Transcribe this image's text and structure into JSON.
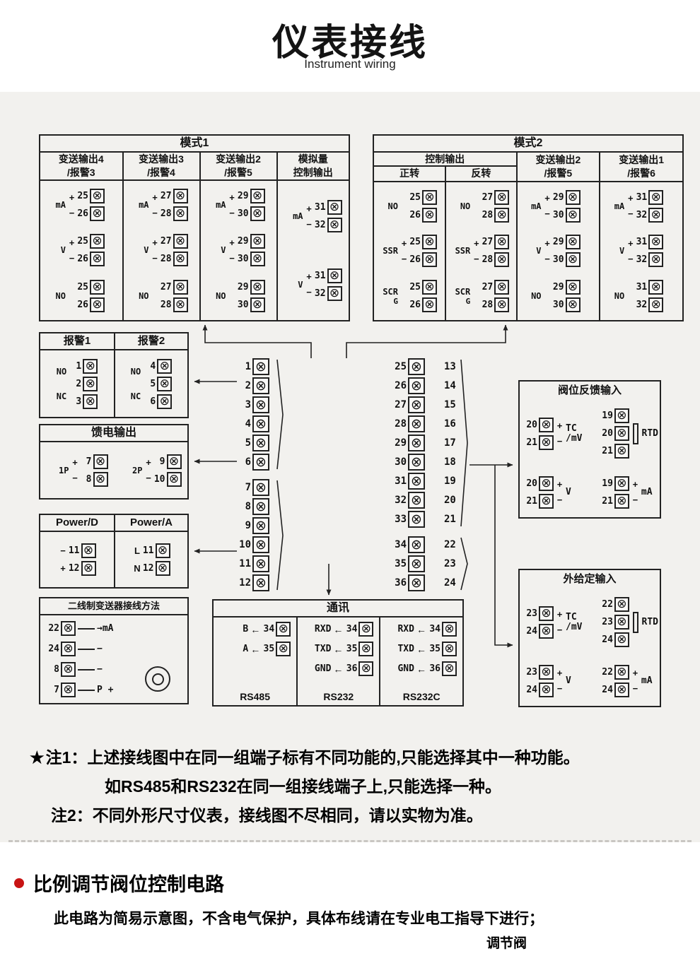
{
  "colors": {
    "accent_red": "#c81414",
    "line_color": "#222222",
    "band_bg": "#f2f1ee"
  },
  "page": {
    "title": "仪表接线",
    "subtitle": "Instrument wiring"
  },
  "mode1": {
    "title": "模式1",
    "columns": [
      {
        "header": "变送输出4\n/报警3",
        "rows": [
          {
            "label": "mA",
            "signs": [
              "+",
              "−"
            ],
            "terminals": [
              "25",
              "26"
            ]
          },
          {
            "label": "V",
            "signs": [
              "+",
              "−"
            ],
            "terminals": [
              "25",
              "26"
            ]
          },
          {
            "label": "NO",
            "signs": [
              "",
              ""
            ],
            "terminals": [
              "25",
              "26"
            ]
          }
        ]
      },
      {
        "header": "变送输出3\n/报警4",
        "rows": [
          {
            "label": "mA",
            "signs": [
              "+",
              "−"
            ],
            "terminals": [
              "27",
              "28"
            ]
          },
          {
            "label": "V",
            "signs": [
              "+",
              "−"
            ],
            "terminals": [
              "27",
              "28"
            ]
          },
          {
            "label": "NO",
            "signs": [
              "",
              ""
            ],
            "terminals": [
              "27",
              "28"
            ]
          }
        ]
      },
      {
        "header": "变送输出2\n/报警5",
        "rows": [
          {
            "label": "mA",
            "signs": [
              "+",
              "−"
            ],
            "terminals": [
              "29",
              "30"
            ]
          },
          {
            "label": "V",
            "signs": [
              "+",
              "−"
            ],
            "terminals": [
              "29",
              "30"
            ]
          },
          {
            "label": "NO",
            "signs": [
              "",
              ""
            ],
            "terminals": [
              "29",
              "30"
            ]
          }
        ]
      },
      {
        "header": "模拟量\n控制输出",
        "rows": [
          {
            "label": "mA",
            "signs": [
              "+",
              "−"
            ],
            "terminals": [
              "31",
              "32"
            ]
          },
          {
            "label": "V",
            "signs": [
              "+",
              "−"
            ],
            "terminals": [
              "31",
              "32"
            ]
          }
        ]
      }
    ]
  },
  "mode2": {
    "title": "模式2",
    "group_header": "控制输出",
    "sub_headers": [
      "正转",
      "反转"
    ],
    "col_headers": [
      "变送输出2\n/报警5",
      "变送输出1\n/报警6"
    ],
    "columns": [
      {
        "rows": [
          {
            "label": "NO",
            "signs": [
              "",
              ""
            ],
            "terminals": [
              "25",
              "26"
            ]
          },
          {
            "label": "SSR",
            "signs": [
              "+",
              "−"
            ],
            "terminals": [
              "25",
              "26"
            ]
          },
          {
            "label": "SCR",
            "sub": "G",
            "signs": [
              "",
              ""
            ],
            "terminals": [
              "25",
              "26"
            ]
          }
        ]
      },
      {
        "rows": [
          {
            "label": "NO",
            "signs": [
              "",
              ""
            ],
            "terminals": [
              "27",
              "28"
            ]
          },
          {
            "label": "SSR",
            "signs": [
              "+",
              "−"
            ],
            "terminals": [
              "27",
              "28"
            ]
          },
          {
            "label": "SCR",
            "sub": "G",
            "signs": [
              "",
              ""
            ],
            "terminals": [
              "27",
              "28"
            ]
          }
        ]
      },
      {
        "rows": [
          {
            "label": "mA",
            "signs": [
              "+",
              "−"
            ],
            "terminals": [
              "29",
              "30"
            ]
          },
          {
            "label": "V",
            "signs": [
              "+",
              "−"
            ],
            "terminals": [
              "29",
              "30"
            ]
          },
          {
            "label": "NO",
            "signs": [
              "",
              ""
            ],
            "terminals": [
              "29",
              "30"
            ]
          }
        ]
      },
      {
        "rows": [
          {
            "label": "mA",
            "signs": [
              "+",
              "−"
            ],
            "terminals": [
              "31",
              "32"
            ]
          },
          {
            "label": "V",
            "signs": [
              "+",
              "−"
            ],
            "terminals": [
              "31",
              "32"
            ]
          },
          {
            "label": "NO",
            "signs": [
              "",
              ""
            ],
            "terminals": [
              "31",
              "32"
            ]
          }
        ]
      }
    ]
  },
  "alarm": {
    "columns": [
      {
        "header": "报警1",
        "labels": [
          "NO",
          "NC"
        ],
        "terminals": [
          "1",
          "2",
          "3"
        ]
      },
      {
        "header": "报警2",
        "labels": [
          "NO",
          "NC"
        ],
        "terminals": [
          "4",
          "5",
          "6"
        ]
      }
    ]
  },
  "feed": {
    "title": "馈电输出",
    "groups": [
      {
        "label": "1P",
        "signs": [
          "+",
          "−"
        ],
        "terminals": [
          "7",
          "8"
        ]
      },
      {
        "label": "2P",
        "signs": [
          "+",
          "−"
        ],
        "terminals": [
          "9",
          "10"
        ]
      }
    ]
  },
  "power": {
    "columns": [
      {
        "header": "Power/D",
        "signs": [
          "−",
          "+"
        ],
        "terminals": [
          "11",
          "12"
        ]
      },
      {
        "header": "Power/A",
        "signs": [
          "L",
          "N"
        ],
        "terminals": [
          "11",
          "12"
        ]
      }
    ]
  },
  "twowire": {
    "title": "二线制变送器接线方法",
    "rows": [
      {
        "terminal": "22",
        "arrow": "→",
        "side": "mA"
      },
      {
        "terminal": "24",
        "arrow": "",
        "side": "−"
      },
      {
        "terminal": "8",
        "arrow": "",
        "side": "−"
      },
      {
        "terminal": "7",
        "arrow": "",
        "side": "P +"
      }
    ]
  },
  "central": {
    "left_groups": [
      [
        "1",
        "2",
        "3",
        "4",
        "5",
        "6"
      ],
      [
        "7",
        "8",
        "9",
        "10",
        "11",
        "12"
      ]
    ],
    "right_groups": [
      {
        "inner": [
          "25",
          "26",
          "27",
          "28",
          "29",
          "30",
          "31",
          "32",
          "33"
        ],
        "outer": [
          "13",
          "14",
          "15",
          "16",
          "17",
          "18",
          "19",
          "20",
          "21"
        ]
      },
      {
        "inner": [
          "34",
          "35",
          "36"
        ],
        "outer": [
          "22",
          "23",
          "24"
        ]
      }
    ]
  },
  "comm": {
    "title": "通讯",
    "arrow": "←",
    "columns": [
      {
        "label": "RS485",
        "rows": [
          {
            "name": "B",
            "terminal": "34"
          },
          {
            "name": "A",
            "terminal": "35"
          }
        ]
      },
      {
        "label": "RS232",
        "rows": [
          {
            "name": "RXD",
            "terminal": "34"
          },
          {
            "name": "TXD",
            "terminal": "35"
          },
          {
            "name": "GND",
            "terminal": "36"
          }
        ]
      },
      {
        "label": "RS232C",
        "rows": [
          {
            "name": "RXD",
            "terminal": "34"
          },
          {
            "name": "TXD",
            "terminal": "35"
          },
          {
            "name": "GND",
            "terminal": "36"
          }
        ]
      }
    ]
  },
  "valve": {
    "title": "阀位反馈输入",
    "groups": [
      {
        "id": "tc",
        "terminals": [
          "20",
          "21"
        ],
        "signs": [
          "+",
          "−"
        ],
        "label": "TC\n/mV"
      },
      {
        "id": "rtd",
        "terminals": [
          "19",
          "20",
          "21"
        ],
        "label": "RTD"
      },
      {
        "id": "v",
        "terminals": [
          "20",
          "21"
        ],
        "signs": [
          "+",
          "−"
        ],
        "label": "V"
      },
      {
        "id": "ma",
        "terminals": [
          "19",
          "21"
        ],
        "signs": [
          "+",
          "−"
        ],
        "label": "mA"
      }
    ]
  },
  "external": {
    "title": "外给定输入",
    "groups": [
      {
        "id": "tc",
        "terminals": [
          "23",
          "24"
        ],
        "signs": [
          "+",
          "−"
        ],
        "label": "TC\n/mV"
      },
      {
        "id": "rtd",
        "terminals": [
          "22",
          "23",
          "24"
        ],
        "label": "RTD"
      },
      {
        "id": "v",
        "terminals": [
          "23",
          "24"
        ],
        "signs": [
          "+",
          "−"
        ],
        "label": "V"
      },
      {
        "id": "ma",
        "terminals": [
          "22",
          "24"
        ],
        "signs": [
          "+",
          "−"
        ],
        "label": "mA"
      }
    ]
  },
  "notes": {
    "star": "★",
    "note1_label": "注1：",
    "note1_text": "上述接线图中在同一组端子标有不同功能的,只能选择其中一种功能。",
    "note1_text2": "如RS485和RS232在同一组接线端子上,只能选择一种。",
    "note2_label": "注2：",
    "note2_text": "不同外形尺寸仪表，接线图不尽相同，请以实物为准。"
  },
  "footer": {
    "heading": "比例调节阀位控制电路",
    "body": "此电路为简易示意图，不含电气保护，具体布线请在专业电工指导下进行；",
    "valve_label": "调节阀"
  }
}
